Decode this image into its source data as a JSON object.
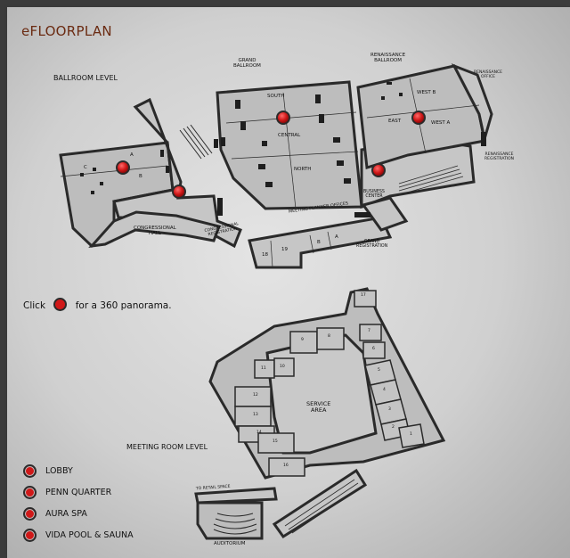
{
  "app_title": "eFLOORPLAN",
  "ballroom_level": {
    "heading": "BALLROOM LEVEL",
    "labels": {
      "grand_ballroom": "GRAND\nBALLROOM",
      "renaissance_ballroom": "RENAISSANCE\nBALLROOM",
      "renaissance_office": "RENAISSANCE\nOFFICE",
      "renaissance_registration": "RENAISSANCE\nREGISTRATION",
      "south": "SOUTH",
      "central": "CENTRAL",
      "north": "NORTH",
      "west_b": "WEST B",
      "east": "EAST",
      "west_a": "WEST A",
      "room_a": "A",
      "room_b": "B",
      "room_c": "C",
      "congressional_hall": "CONGRESSIONAL\nHALL",
      "congressional_registration": "CONGRESSIONAL\nREGISTRATION",
      "meeting_planner_offices": "MEETING PLANNER OFFICES",
      "business_center": "BUSINESS\nCENTER",
      "grand_registration": "GRAND\nREGISTRATION",
      "room_18": "18",
      "room_19": "19",
      "mp_b": "B",
      "mp_a": "A"
    }
  },
  "instruction": {
    "before": "Click",
    "after": "for a 360 panorama."
  },
  "meeting_room_level": {
    "heading": "MEETING ROOM LEVEL",
    "service_area": "SERVICE\nAREA",
    "auditorium": "AUDITORIUM",
    "to_retail": "TO RETAIL SPACE",
    "rooms": [
      "17",
      "9",
      "8",
      "7",
      "6",
      "5",
      "4",
      "3",
      "2",
      "1",
      "11",
      "10",
      "12",
      "13",
      "14",
      "15",
      "16"
    ]
  },
  "legend": [
    "LOBBY",
    "PENN QUARTER",
    "AURA SPA",
    "VIDA POOL & SAUNA"
  ],
  "colors": {
    "title": "#6b2b12",
    "marker": "#d01818",
    "wall": "#2a2a2a",
    "floor": "#bdbdbd"
  }
}
